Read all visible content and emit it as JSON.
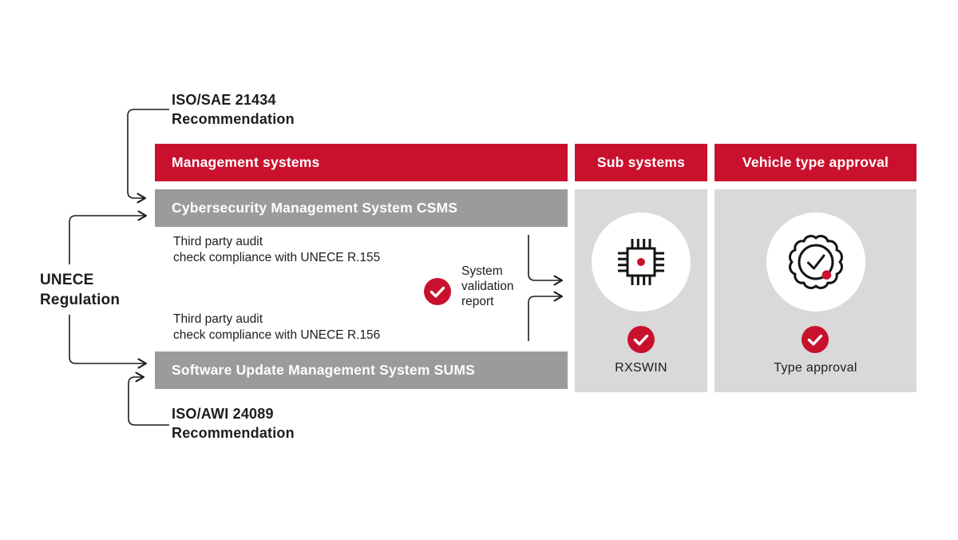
{
  "palette": {
    "red": "#c9112e",
    "gray_bar": "#9b9b9b",
    "panel_gray": "#d9d9d9",
    "text": "#1d1d1b",
    "white": "#ffffff"
  },
  "left_labels": {
    "unece": {
      "line1": "UNECE",
      "line2": "Regulation"
    },
    "iso_sae": {
      "line1": "ISO/SAE 21434",
      "line2": "Recommendation"
    },
    "iso_awi": {
      "line1": "ISO/AWI 24089",
      "line2": "Recommendation"
    }
  },
  "management_column": {
    "header": "Management systems",
    "csms_bar": "Cybersecurity Management System CSMS",
    "sums_bar": "Software Update Management System SUMS",
    "audit_r155": {
      "line1": "Third party audit",
      "line2": "check compliance with UNECE R.155"
    },
    "audit_r156": {
      "line1": "Third party audit",
      "line2": "check compliance with UNECE R.156"
    },
    "validation": {
      "line1": "System",
      "line2": "validation",
      "line3": "report"
    }
  },
  "sub_systems_column": {
    "header": "Sub systems",
    "label": "RXSWIN"
  },
  "vehicle_column": {
    "header": "Vehicle type approval",
    "label": "Type approval"
  },
  "icons": {
    "check": "check-icon",
    "chip": "microchip-icon",
    "badge": "certificate-badge-icon"
  }
}
